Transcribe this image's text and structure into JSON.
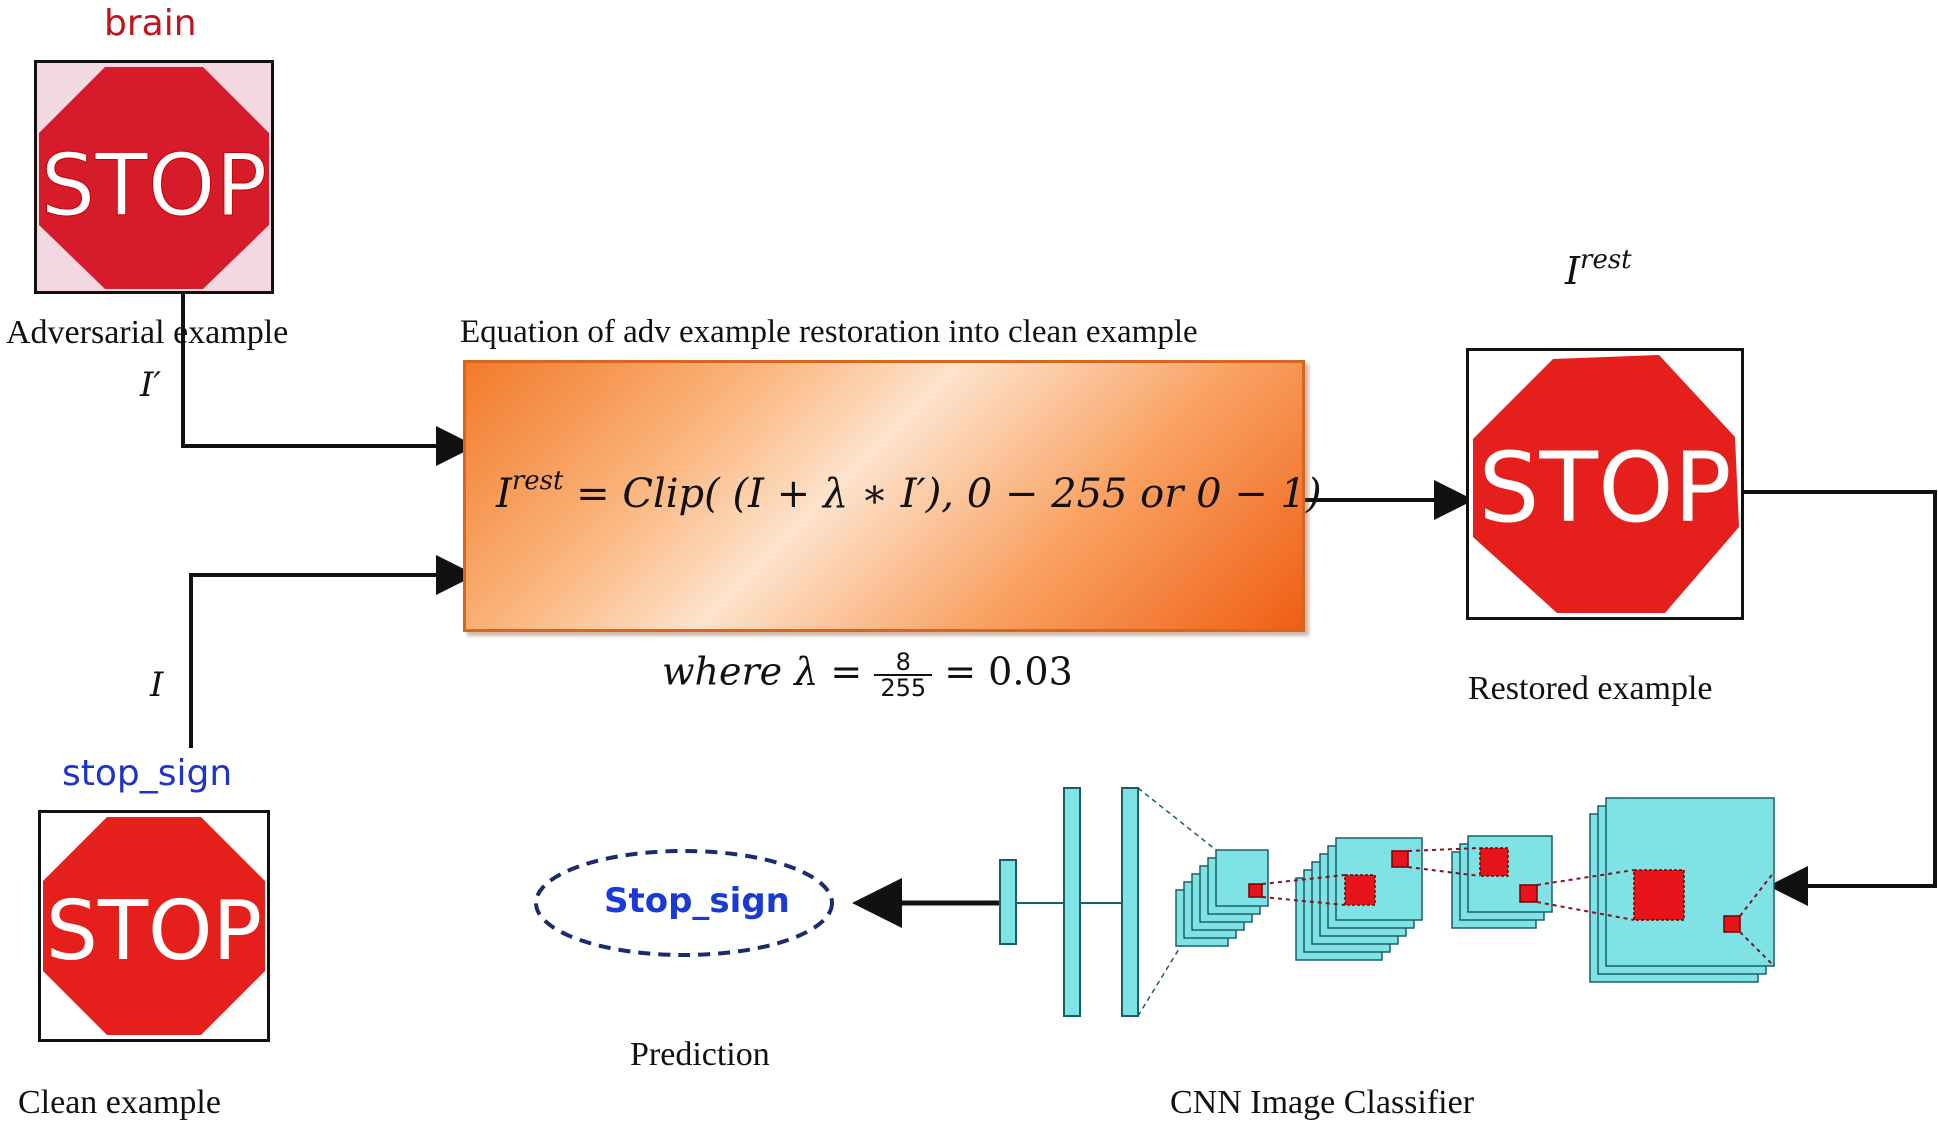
{
  "labels": {
    "brain": "brain",
    "adversarial": "Adversarial example",
    "i_prime": "I′",
    "i_clean": "I",
    "stop_sign_top": "stop_sign",
    "clean": "Clean example",
    "equation_title": "Equation of adv example restoration into clean example",
    "where_prefix": "where λ =",
    "lambda_num": "8",
    "lambda_den": "255",
    "lambda_val": "= 0.03",
    "i_rest_base": "I",
    "i_rest_sup": "rest",
    "restored": "Restored example",
    "prediction_text": "Stop_sign",
    "prediction": "Prediction",
    "cnn": "CNN Image Classifier"
  },
  "equation": {
    "lhs_base": "I",
    "lhs_sup": "rest",
    "rhs": " = Clip( (I + λ ∗ I′), 0 − 255 or 0 − 1)"
  },
  "sign_text": "STOP",
  "colors": {
    "stop_red": "#e5201c",
    "brain_red": "#c0141c",
    "stop_sign_blue": "#1c34c8",
    "prediction_blue": "#1a3ad6",
    "cnn_cyan": "#7fe3e6",
    "feature_red": "#e8141c",
    "box_orange": "#f27a2a"
  }
}
